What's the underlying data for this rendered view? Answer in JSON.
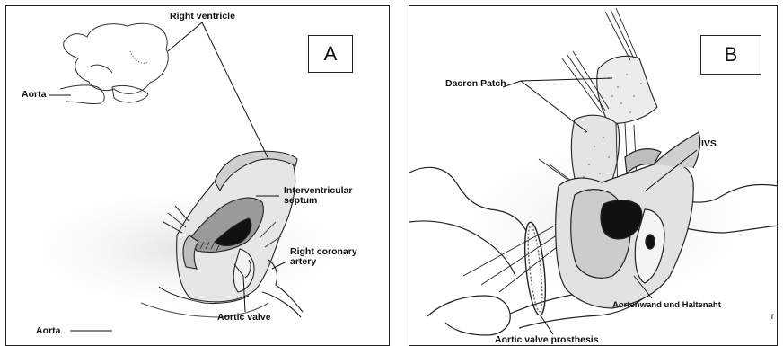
{
  "panel_a": {
    "letter": "A",
    "labels": {
      "right_ventricle": "Right ventricle",
      "aorta_top": "Aorta",
      "interventricular": "Interventricular",
      "septum": "septum",
      "right_coronary": "Right coronary",
      "artery": "artery",
      "aortic_valve": "Aortic valve",
      "aorta_bottom": "Aorta"
    }
  },
  "panel_b": {
    "letter": "B",
    "labels": {
      "dacron_patch": "Dacron Patch",
      "ivs": "IVS",
      "aortenwand": "Aortenwand und Haltenaht",
      "aortic_valve_prosthesis": "Aortic valve prosthesis",
      "cut_off": "ır"
    }
  }
}
